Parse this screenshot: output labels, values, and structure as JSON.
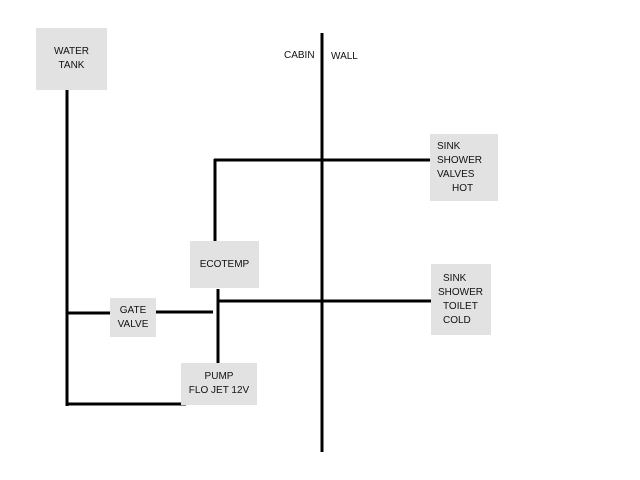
{
  "colors": {
    "pipe": "#000000",
    "box_fill": "#e2e2e2",
    "text": "#111111"
  },
  "labels": {
    "cabin": "CABIN",
    "wall": "WALL"
  },
  "boxes": {
    "water_tank": [
      "WATER",
      "TANK"
    ],
    "gate_valve": [
      "GATE",
      "VALVE"
    ],
    "ecotemp": [
      "ECOTEMP"
    ],
    "pump": [
      "PUMP",
      "FLO JET 12V"
    ],
    "hot_fixtures": [
      "SINK",
      "SHOWER",
      "VALVES",
      "HOT"
    ],
    "cold_fixtures": [
      "SINK",
      "SHOWER",
      "TOILET",
      "COLD"
    ]
  }
}
